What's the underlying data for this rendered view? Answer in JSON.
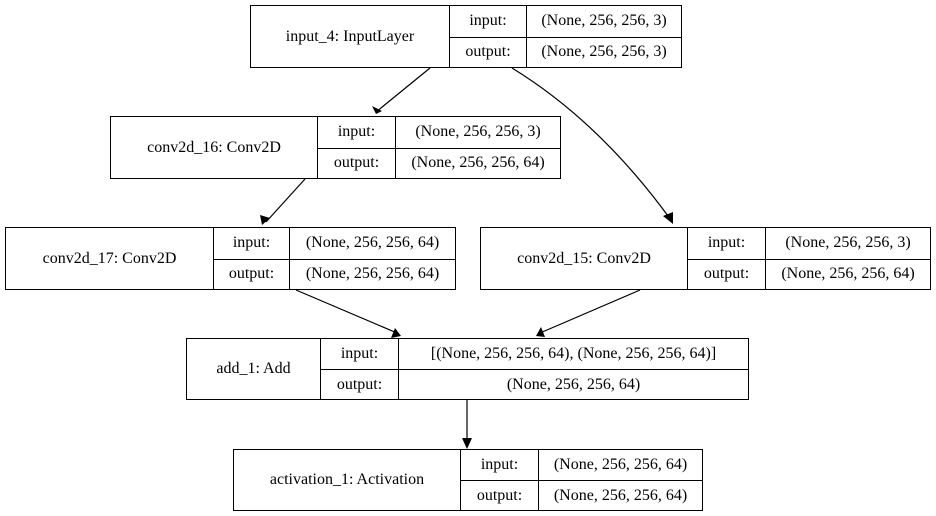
{
  "diagram": {
    "nodes": [
      {
        "id": "input_4",
        "name": "input_4: InputLayer",
        "input_label": "input:",
        "input_value": "(None, 256, 256, 3)",
        "output_label": "output:",
        "output_value": "(None, 256, 256, 3)"
      },
      {
        "id": "conv2d_16",
        "name": "conv2d_16: Conv2D",
        "input_label": "input:",
        "input_value": "(None, 256, 256, 3)",
        "output_label": "output:",
        "output_value": "(None, 256, 256, 64)"
      },
      {
        "id": "conv2d_17",
        "name": "conv2d_17: Conv2D",
        "input_label": "input:",
        "input_value": "(None, 256, 256, 64)",
        "output_label": "output:",
        "output_value": "(None, 256, 256, 64)"
      },
      {
        "id": "conv2d_15",
        "name": "conv2d_15: Conv2D",
        "input_label": "input:",
        "input_value": "(None, 256, 256, 3)",
        "output_label": "output:",
        "output_value": "(None, 256, 256, 64)"
      },
      {
        "id": "add_1",
        "name": "add_1: Add",
        "input_label": "input:",
        "input_value": "[(None, 256, 256, 64), (None, 256, 256, 64)]",
        "output_label": "output:",
        "output_value": "(None, 256, 256, 64)"
      },
      {
        "id": "activation_1",
        "name": "activation_1: Activation",
        "input_label": "input:",
        "input_value": "(None, 256, 256, 64)",
        "output_label": "output:",
        "output_value": "(None, 256, 256, 64)"
      }
    ],
    "edges": [
      {
        "from": "input_4",
        "to": "conv2d_16"
      },
      {
        "from": "input_4",
        "to": "conv2d_15"
      },
      {
        "from": "conv2d_16",
        "to": "conv2d_17"
      },
      {
        "from": "conv2d_17",
        "to": "add_1"
      },
      {
        "from": "conv2d_15",
        "to": "add_1"
      },
      {
        "from": "add_1",
        "to": "activation_1"
      }
    ]
  }
}
